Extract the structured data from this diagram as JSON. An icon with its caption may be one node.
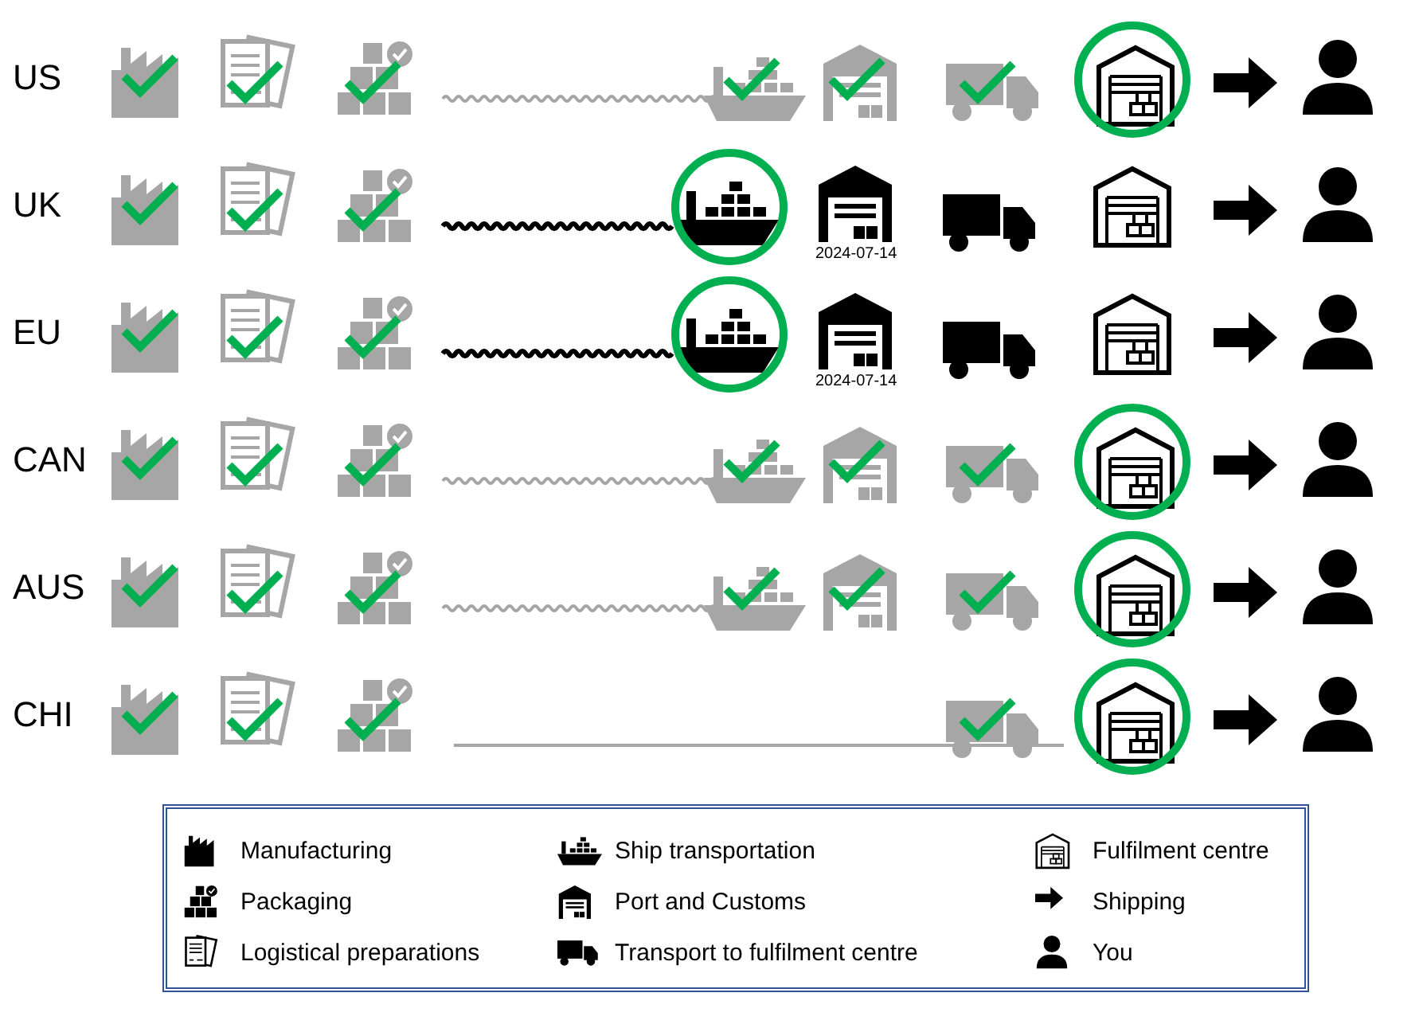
{
  "diagram": {
    "labels": [
      "US",
      "UK",
      "2024-07-14",
      "EU",
      "2024-07-14",
      "CAN",
      "AUS",
      "CHI"
    ],
    "legend": [
      {
        "text": "Manufacturing"
      },
      {
        "text": "Ship transportation"
      },
      {
        "text": "Fulfilment centre"
      },
      {
        "text": "Packaging"
      },
      {
        "text": "Port and Customs"
      },
      {
        "text": "Shipping"
      },
      {
        "text": "Logistical preparations"
      },
      {
        "text": "Transport to fulfilment centre"
      },
      {
        "text": "You"
      }
    ]
  }
}
